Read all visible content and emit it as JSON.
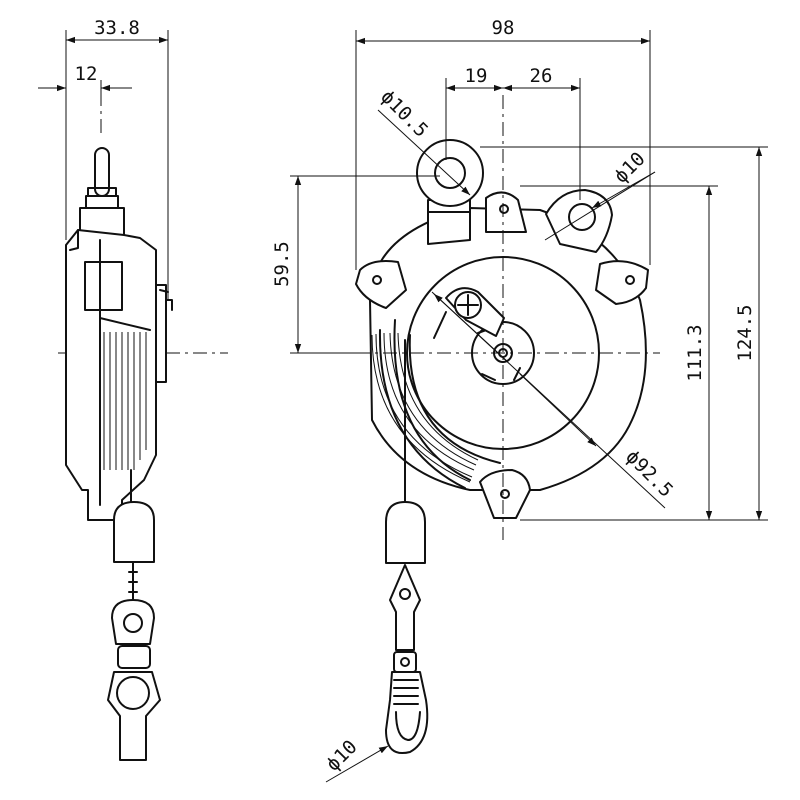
{
  "dimensions": {
    "side_depth": "33.8",
    "side_offset": "12",
    "overall_width": "98",
    "hook_offset_left": "19",
    "hook_offset_right": "26",
    "top_hole": "ϕ10.5",
    "side_hole": "ϕ10",
    "center_height": "59.5",
    "body_height": "111.3",
    "overall_height": "124.5",
    "drum_diameter": "ϕ92.5",
    "hook_diameter": "ϕ10"
  }
}
